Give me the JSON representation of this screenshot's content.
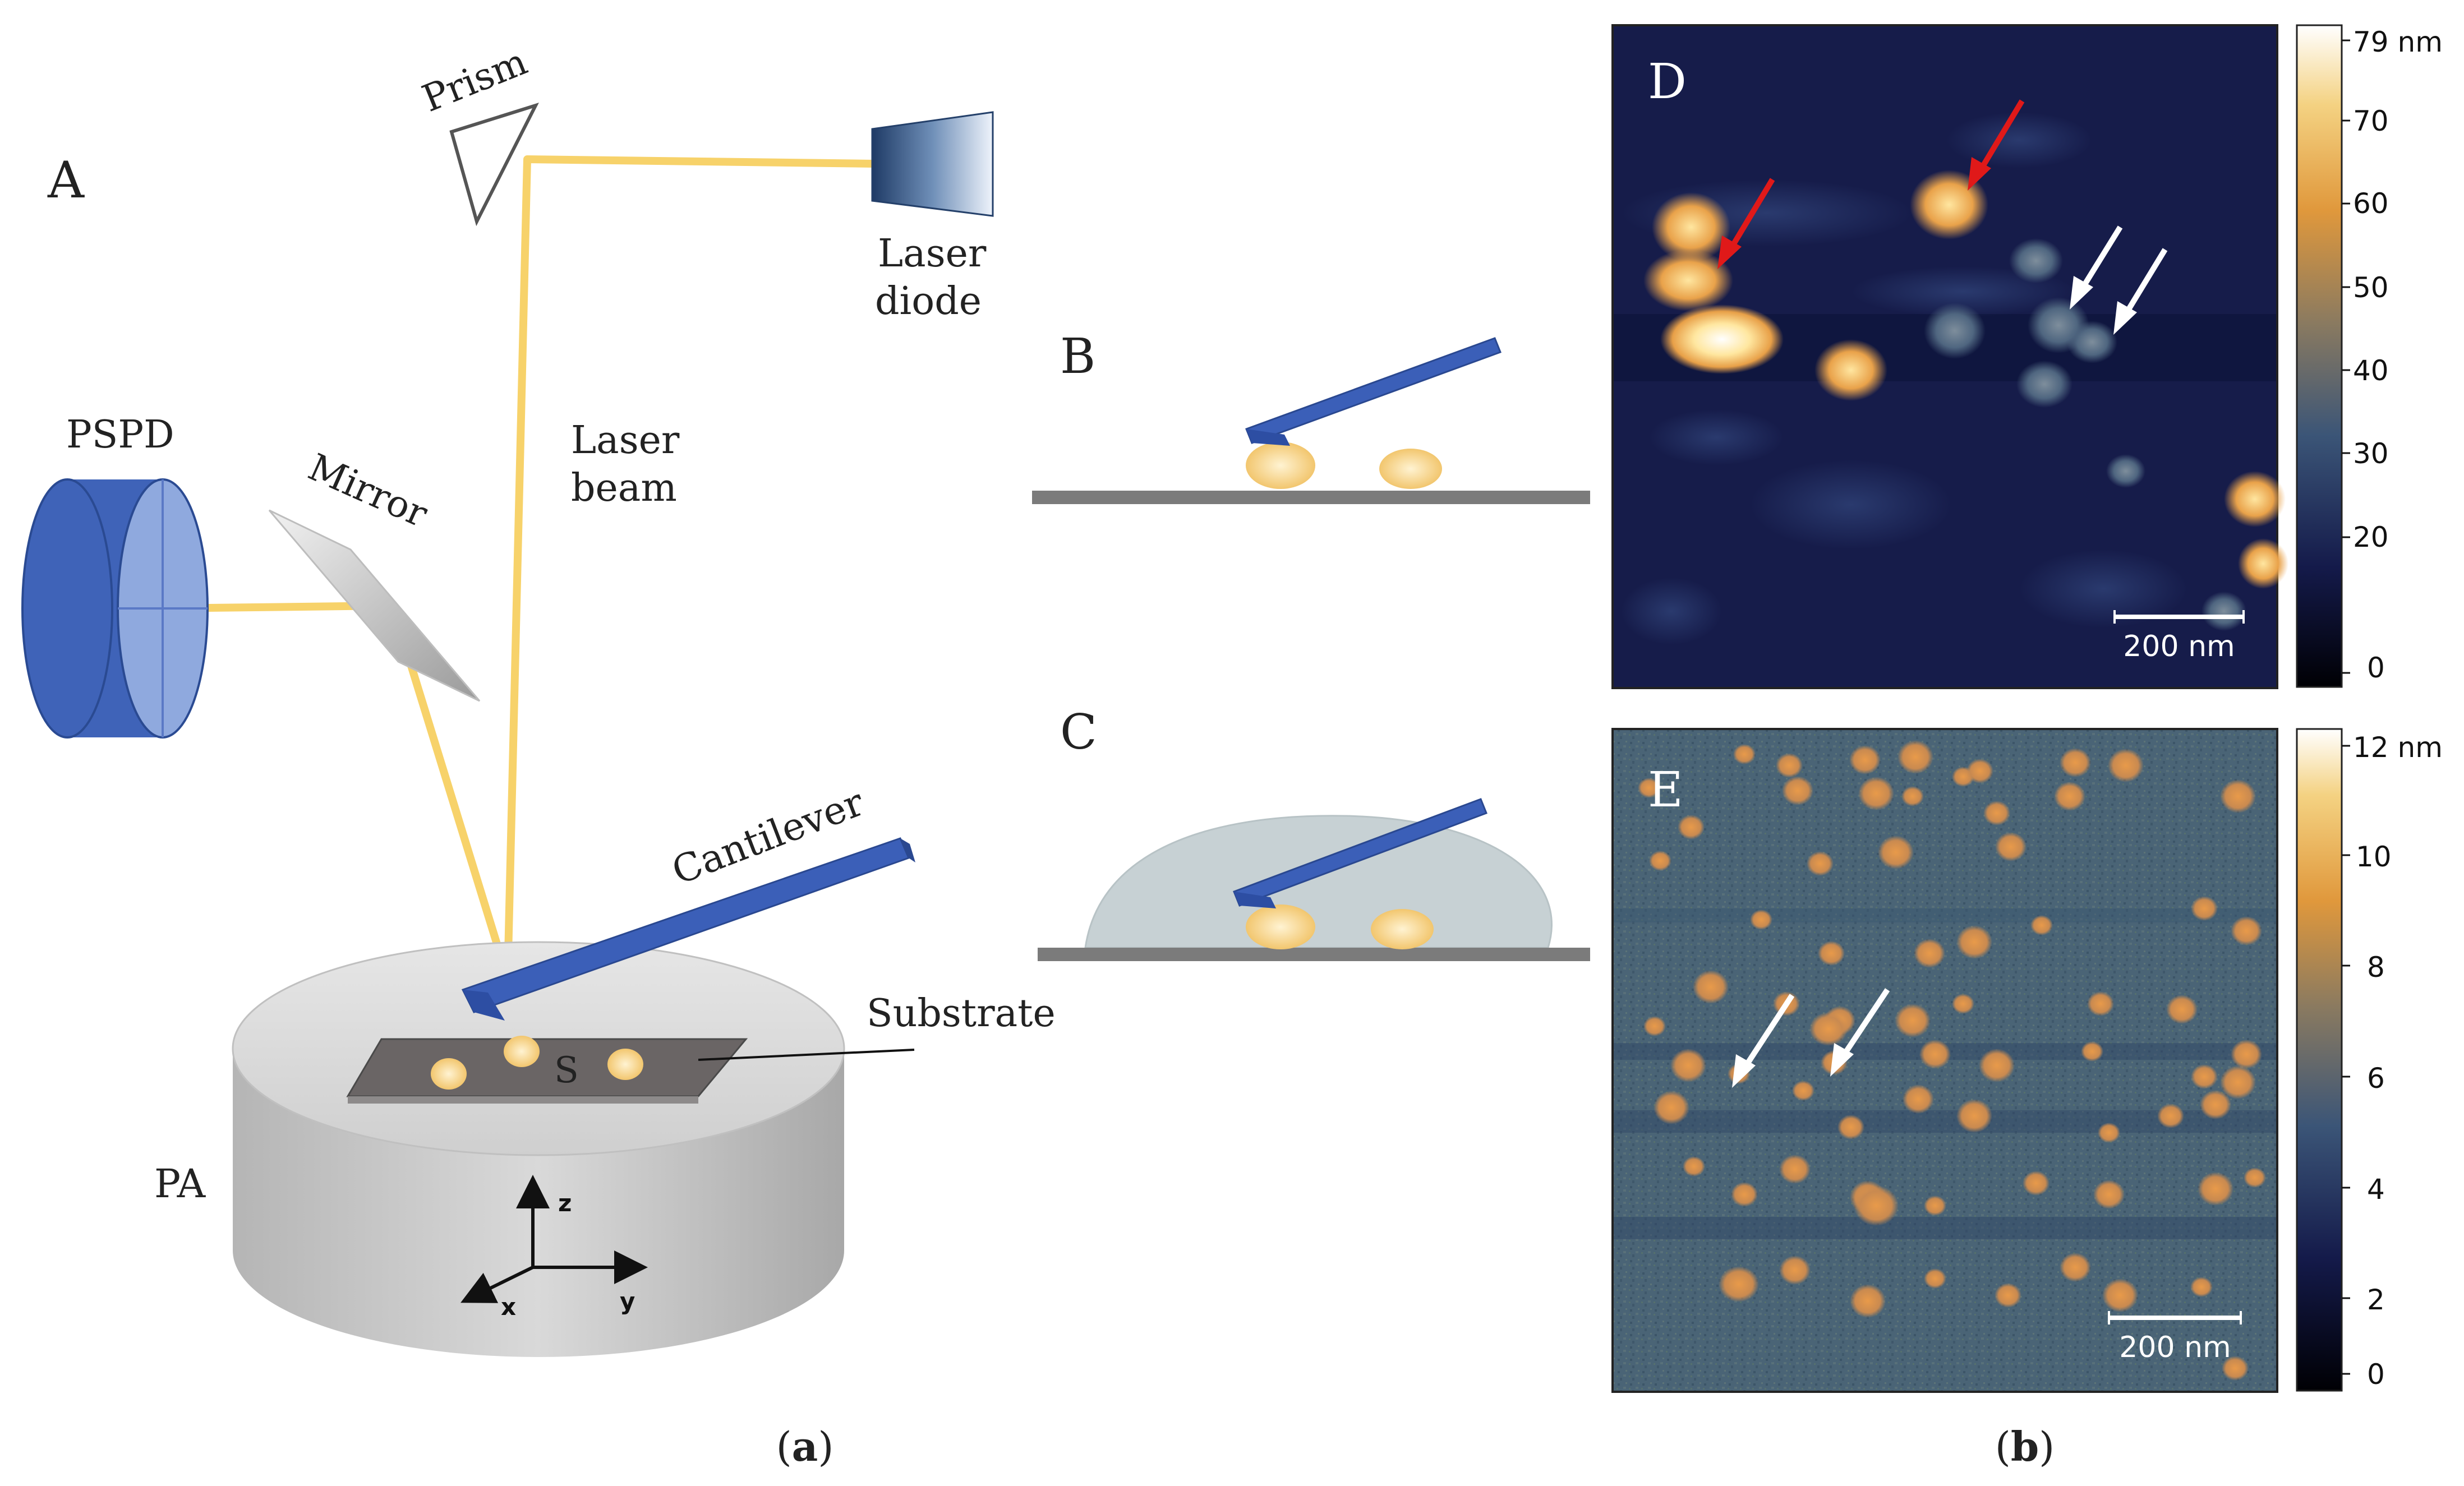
{
  "panel_a": {
    "letter": "A",
    "labels": {
      "prism": "Prism",
      "laser_diode": [
        "Laser",
        "diode"
      ],
      "pspd": "PSPD",
      "mirror": "Mirror",
      "laser_beam": [
        "Laser",
        "beam"
      ],
      "cantilever": "Cantilever",
      "substrate": "Substrate",
      "sample": "S",
      "pa": "PA",
      "axes": {
        "z": "z",
        "x": "x",
        "y": "y"
      }
    },
    "caption_open": "(",
    "caption_letter": "a",
    "caption_close": ")"
  },
  "panel_b": {
    "letter": "B"
  },
  "panel_c": {
    "letter": "C"
  },
  "panel_d": {
    "letter": "D",
    "scale_bar": "200 nm",
    "colorbar": {
      "ticks": [
        "79 nm",
        "70",
        "60",
        "50",
        "40",
        "30",
        "20",
        "0"
      ]
    }
  },
  "panel_e": {
    "letter": "E",
    "scale_bar": "200 nm",
    "colorbar": {
      "ticks": [
        "12 nm",
        "10",
        "8",
        "6",
        "4",
        "2",
        "0"
      ]
    }
  },
  "caption_b": {
    "open": "(",
    "letter": "b",
    "close": ")"
  },
  "colors": {
    "laser": "#f7d26a",
    "cantilever": "#3b5fb8",
    "pspd": "#4a6fc4",
    "stage": "#c9c9c9",
    "substrate": "#6a6a6a",
    "particle": "#f5d58a",
    "afm_bg_d": "#161c4a",
    "afm_bg_e": "#465f72",
    "arrow_red": "#e01919",
    "arrow_white": "#ffffff"
  }
}
